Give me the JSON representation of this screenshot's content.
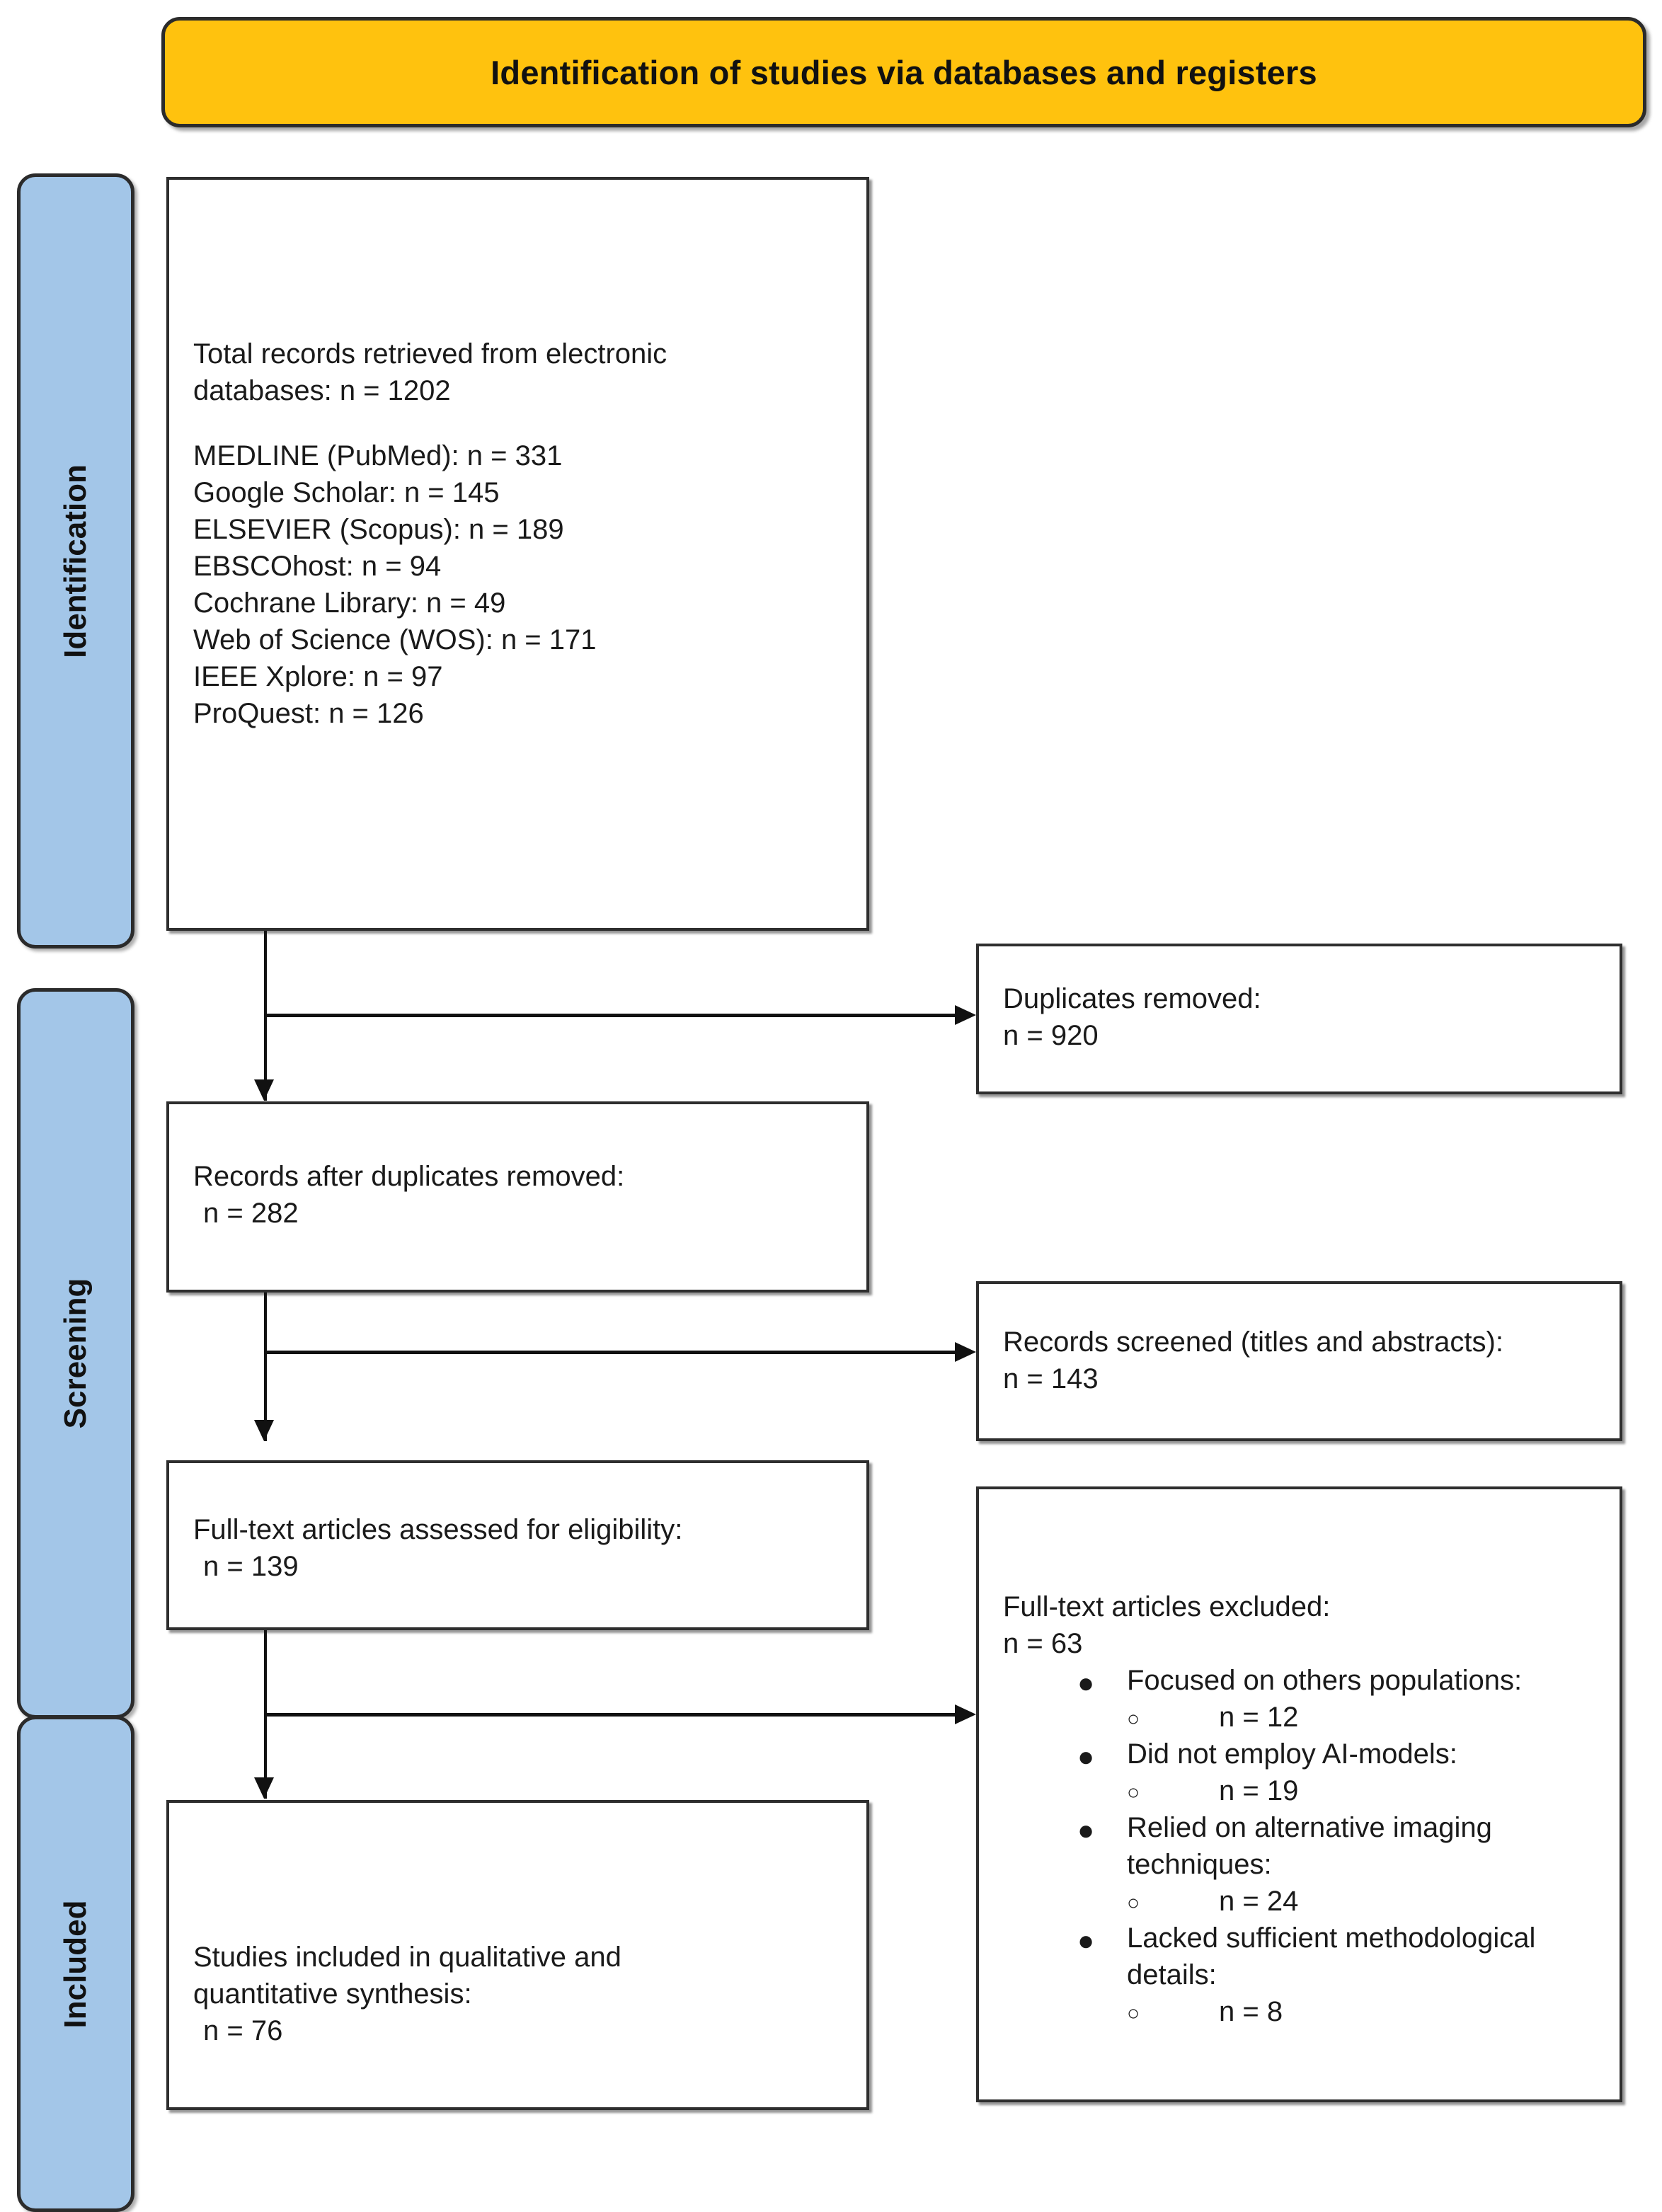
{
  "header": {
    "title": "Identification of studies via databases and registers"
  },
  "stages": [
    {
      "name": "identification",
      "label": "Identification"
    },
    {
      "name": "screening",
      "label": "Screening"
    },
    {
      "name": "included",
      "label": "Included"
    }
  ],
  "boxes": {
    "records_retrieved": {
      "title": "Total records retrieved from electronic",
      "title_line2": "databases: n = 1202",
      "databases": [
        "MEDLINE (PubMed): n = 331",
        "Google Scholar: n = 145",
        "ELSEVIER (Scopus): n = 189",
        "EBSCOhost: n = 94",
        "Cochrane Library: n = 49",
        "Web of Science (WOS): n = 171",
        "IEEE Xplore: n = 97",
        "ProQuest: n = 126"
      ]
    },
    "duplicates_removed": {
      "label": "Duplicates removed:",
      "count": "n = 920"
    },
    "records_after_duplicates": {
      "label": "Records after duplicates removed:",
      "count": "n = 282"
    },
    "records_screened": {
      "label": "Records screened (titles and abstracts):",
      "count": "n = 143"
    },
    "fulltext_assessed": {
      "label": "Full-text articles assessed for eligibility:",
      "count": "n = 139"
    },
    "fulltext_excluded": {
      "label": "Full-text articles excluded:",
      "count": "n = 63",
      "reasons": [
        {
          "text": "Focused on others populations:",
          "count": "n = 12"
        },
        {
          "text": "Did not employ AI-models:",
          "count": "n = 19"
        },
        {
          "text": "Relied on alternative imaging techniques:",
          "count": "n = 24"
        },
        {
          "text": "Lacked sufficient methodological details:",
          "count": "n = 8"
        }
      ]
    },
    "studies_included": {
      "label": "Studies included in qualitative and",
      "label_line2": "quantitative synthesis:",
      "count": "n = 76"
    }
  },
  "markers": {
    "bullet_level1": "●",
    "bullet_level2": "○"
  },
  "colors": {
    "banner": "#FFC20E",
    "stage": "#A3C6E8",
    "outline": "#2b2b2b",
    "text": "#111111"
  }
}
